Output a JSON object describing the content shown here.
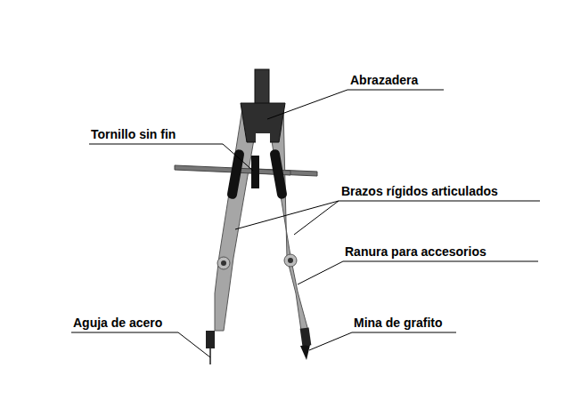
{
  "diagram": {
    "labels": [
      "Abrazadera",
      "Tornillo sin fin",
      "Brazos rígidos articulados",
      "Ranura para accesorios",
      "Aguja de acero",
      "Mina de grafito"
    ]
  }
}
